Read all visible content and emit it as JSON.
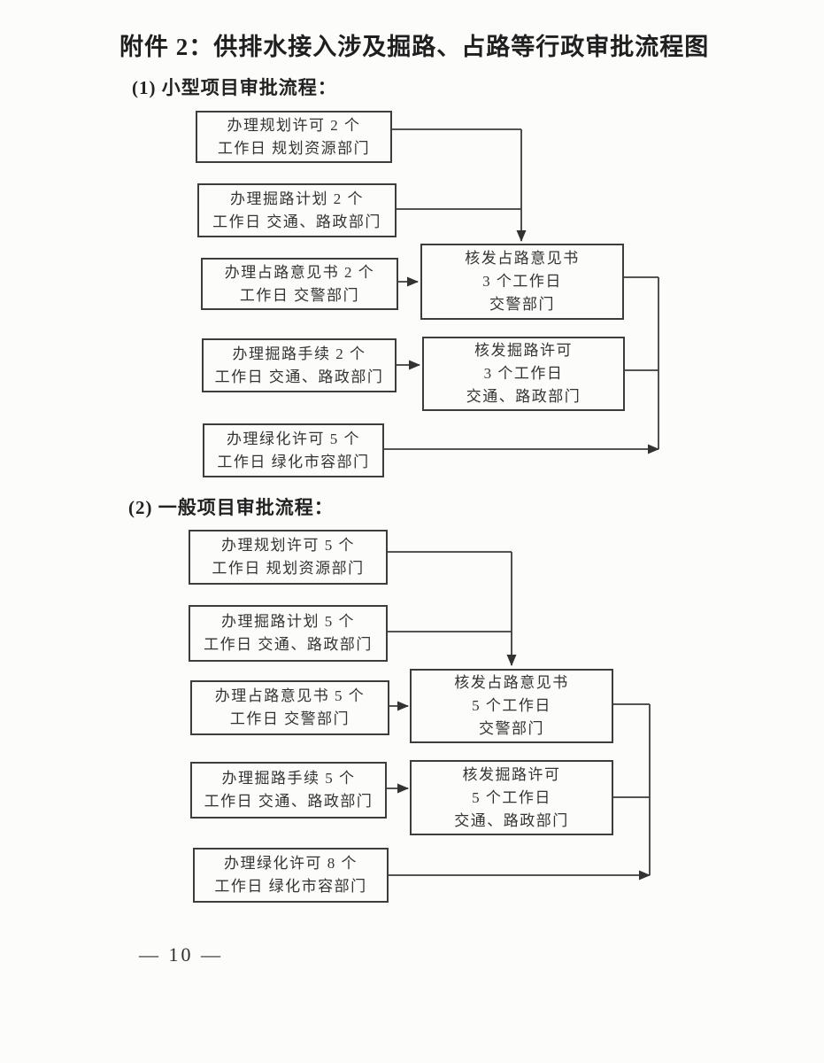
{
  "colors": {
    "ink": "#333333",
    "line": "#3d3d3d",
    "paper": "#fcfcfb"
  },
  "document": {
    "title": "附件 2：供排水接入涉及掘路、占路等行政审批流程图",
    "page_number": "— 10 —"
  },
  "s1": {
    "heading": "(1) 小型项目审批流程：",
    "plan": [
      "办理规划许可 2 个",
      "工作日 规划资源部门"
    ],
    "dig_plan": [
      "办理掘路计划 2 个",
      "工作日 交通、路政部门"
    ],
    "occupy": [
      "办理占路意见书 2 个",
      "工作日 交警部门"
    ],
    "issue_occupy": [
      "核发占路意见书",
      "3 个工作日",
      "交警部门"
    ],
    "dig_proc": [
      "办理掘路手续 2 个",
      "工作日 交通、路政部门"
    ],
    "issue_dig": [
      "核发掘路许可",
      "3 个工作日",
      "交通、路政部门"
    ],
    "green": [
      "办理绿化许可 5 个",
      "工作日 绿化市容部门"
    ]
  },
  "s2": {
    "heading": "(2) 一般项目审批流程：",
    "plan": [
      "办理规划许可 5 个",
      "工作日 规划资源部门"
    ],
    "dig_plan": [
      "办理掘路计划 5 个",
      "工作日 交通、路政部门"
    ],
    "occupy": [
      "办理占路意见书 5 个",
      "工作日 交警部门"
    ],
    "issue_occupy": [
      "核发占路意见书",
      "5 个工作日",
      "交警部门"
    ],
    "dig_proc": [
      "办理掘路手续 5 个",
      "工作日 交通、路政部门"
    ],
    "issue_dig": [
      "核发掘路许可",
      "5 个工作日",
      "交通、路政部门"
    ],
    "green": [
      "办理绿化许可 8 个",
      "工作日 绿化市容部门"
    ]
  }
}
